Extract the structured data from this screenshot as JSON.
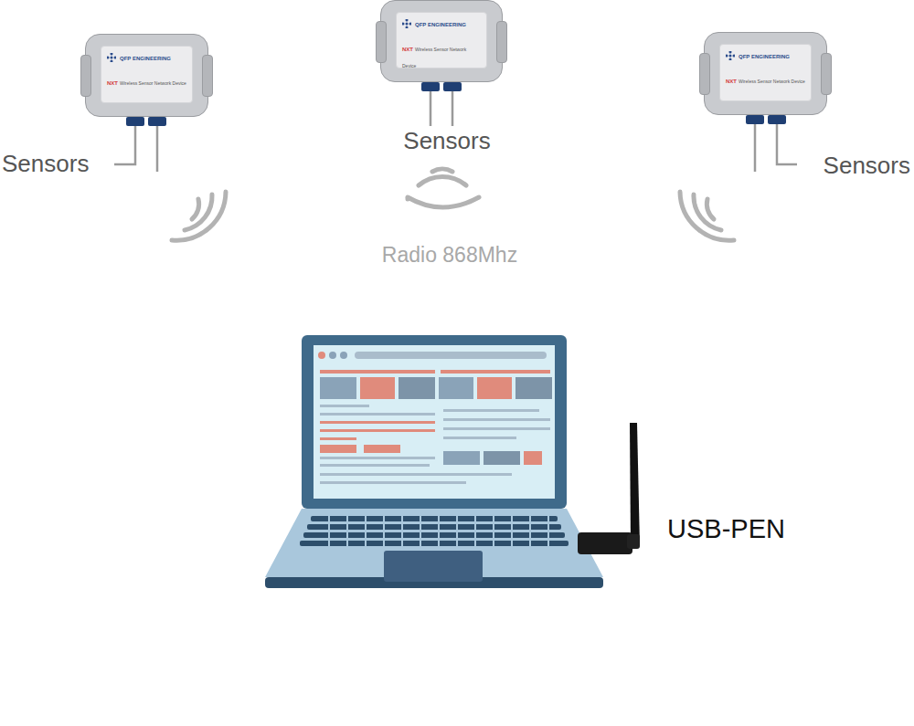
{
  "diagram": {
    "nodes": [
      {
        "text": [
          "QFP ENGINEERING",
          "NXT",
          "Wireless Sensor Network Device"
        ]
      },
      {
        "text": [
          "QFP ENGINEERING",
          "NXT",
          "Wireless Sensor Network Device"
        ]
      },
      {
        "text": [
          "QFP ENGINEERING",
          "NXT",
          "Wireless Sensor Network Device"
        ]
      }
    ],
    "labels": [
      "Sensors",
      "Sensors",
      "Sensors",
      "Radio 868Mhz",
      "USB-PEN"
    ]
  }
}
